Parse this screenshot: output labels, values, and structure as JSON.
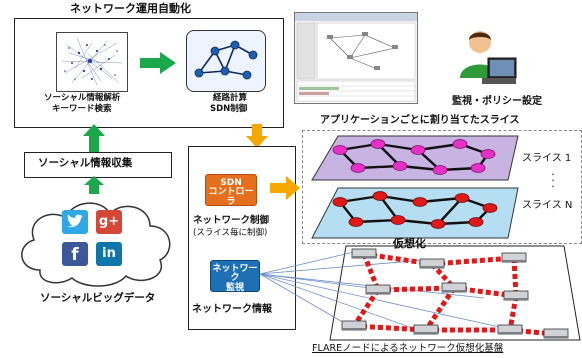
{
  "automation": {
    "title": "ネットワーク運用自動化",
    "analysis_line1": "ソーシャル情報解析",
    "analysis_line2": "キーワード検索",
    "route_line1": "経路計算",
    "route_line2": "SDN制御"
  },
  "social_collect": "ソーシャル情報収集",
  "social_data": "ソーシャルビッグデータ",
  "social_icons": {
    "twitter": "twitter-icon",
    "gplus_label": "g+",
    "facebook_label": "f",
    "linkedin_label": "in"
  },
  "monitor_label": "監視・ポリシー設定",
  "slices_caption": "アプリケーションごとに割り当てたスライス",
  "slice_1": "スライス 1",
  "slice_n": "スライス N",
  "control": {
    "sdn_line1": "SDN",
    "sdn_line2": "コントローラ",
    "caption_line1": "ネットワーク制御",
    "caption_line2": "(スライス毎に制御)",
    "monitor_line1": "ネットワーク",
    "monitor_line2": "監視",
    "info": "ネットワーク情報"
  },
  "virtualization": "仮想化",
  "platform_caption": "FLAREノードによるネットワーク仮想化基盤",
  "colors": {
    "green_arrow": "#1aa84a",
    "orange_arrow": "#f7a800",
    "sdn_button": "#e4701e",
    "monitor_button": "#1f6fb4",
    "slice_top": "#c7b4e2",
    "slice_bottom": "#b6def2",
    "node_magenta": "#e830c8",
    "node_red": "#e01818"
  }
}
